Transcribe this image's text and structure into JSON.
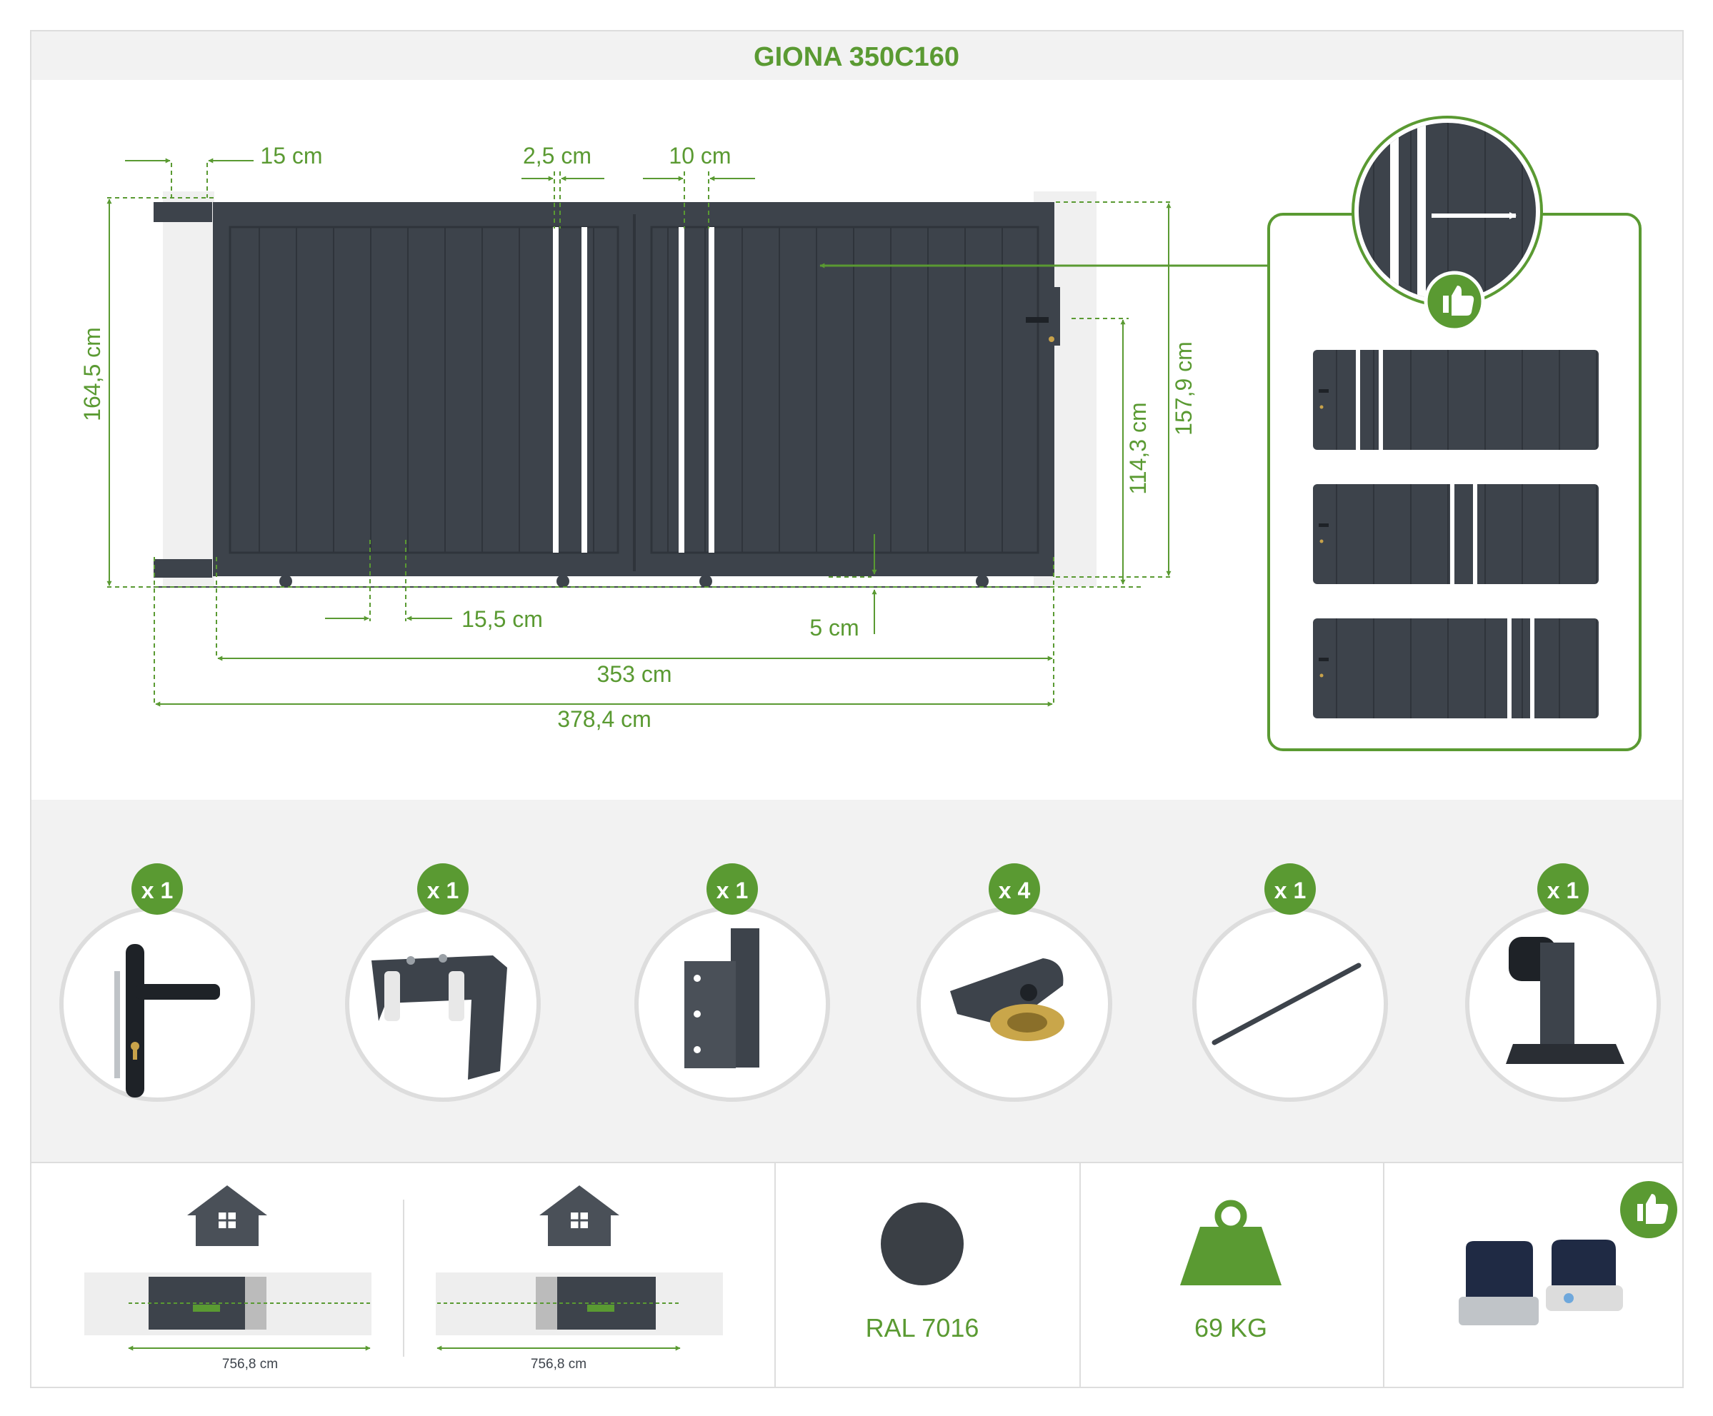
{
  "title": "GIONA 350C160",
  "colors": {
    "accent": "#5a9a32",
    "panel": "#3d434b",
    "panel_line": "#2f343b",
    "slot": "#ffffff",
    "pillar": "#f0f0f0",
    "band": "#f2f2f2",
    "border": "#dddddd"
  },
  "dimensions": {
    "post_width": "15 cm",
    "gap_width": "2,5 cm",
    "center_width": "10 cm",
    "height_total": "164,5 cm",
    "height_leaf": "157,9 cm",
    "height_lock": "114,3 cm",
    "board_width": "15,5 cm",
    "ground_clearance": "5 cm",
    "passage_width": "353 cm",
    "overall_width": "378,4 cm"
  },
  "zoom_callout": {
    "magnifier_icon": "arrow-right-icon",
    "badge_icon": "thumbs-up-icon",
    "variants_count": 3
  },
  "accessories": [
    {
      "qty": "x 1",
      "icon": "door-handle-icon"
    },
    {
      "qty": "x 1",
      "icon": "roller-guide-icon"
    },
    {
      "qty": "x 1",
      "icon": "bracket-icon"
    },
    {
      "qty": "x 4",
      "icon": "wheel-icon"
    },
    {
      "qty": "x 1",
      "icon": "rack-bar-icon"
    },
    {
      "qty": "x 1",
      "icon": "end-stop-icon"
    }
  ],
  "footer": {
    "opening_left": {
      "icon": "house-icon",
      "arrow_icon": "arrow-right-icon",
      "width": "756,8 cm"
    },
    "opening_right": {
      "icon": "house-icon",
      "arrow_icon": "arrow-left-icon",
      "width": "756,8 cm"
    },
    "color": {
      "name": "RAL 7016",
      "swatch": "#3a3f45"
    },
    "weight": {
      "icon": "weight-icon",
      "value": "69 KG"
    },
    "motor": {
      "icon": "motor-icon",
      "badge_icon": "thumbs-up-icon"
    }
  }
}
